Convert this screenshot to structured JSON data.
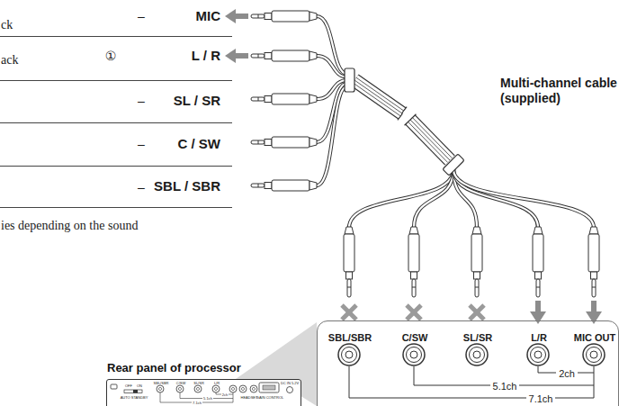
{
  "diagram": {
    "nodes": [
      {
        "text": [
          "SBL/SBR",
          "C/SW",
          "SL/SR",
          "L/R",
          "MIC OUT",
          "2ch",
          "5.1ch",
          "7.1ch"
        ]
      },
      {
        "text": [
          "Rear panel of processor",
          "OFF",
          "ON",
          "AUTO STANDBY",
          "SBL/SBR",
          "C/SW",
          "SL/SR",
          "L/R",
          "2ch",
          "5.1ch",
          "7.1ch",
          "HEADSET",
          "DC IN 5.2V",
          "GAIN CONTROL"
        ]
      }
    ],
    "labels": [
      "ck",
      "–",
      "MIC",
      "ack",
      "①",
      "L / R",
      "–",
      "SL / SR",
      "–",
      "C / SW",
      "–",
      "SBL / SBR",
      "ies depending on the sound",
      "Multi-channel cable (supplied)"
    ]
  }
}
